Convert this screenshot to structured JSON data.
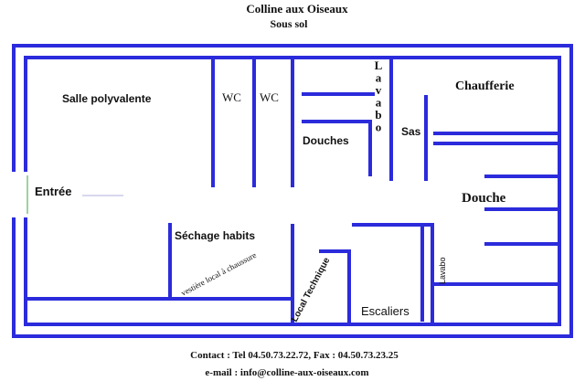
{
  "header": {
    "title": "Colline aux Oiseaux",
    "subtitle": "Sous sol"
  },
  "rooms": {
    "salle": "Salle polyvalente",
    "wc1": "WC",
    "wc2": "WC",
    "douches": "Douches",
    "lavabo_vertical": "Lavabo",
    "sas": "Sas",
    "chaufferie": "Chaufferie",
    "entree": "Entrée",
    "douche": "Douche",
    "sechage": "Séchage habits",
    "vestiere": "vestière local à chaussure",
    "local_technique": "Local Technique",
    "escaliers": "Escaliers",
    "lavabo_small": "Lavabo"
  },
  "footer": {
    "contact": "Contact : Tel 04.50.73.22.72, Fax : 04.50.73.23.25",
    "email": "e-mail : info@colline-aux-oiseaux.com"
  },
  "colors": {
    "wall": "#2b2bdc",
    "text": "#111111"
  }
}
